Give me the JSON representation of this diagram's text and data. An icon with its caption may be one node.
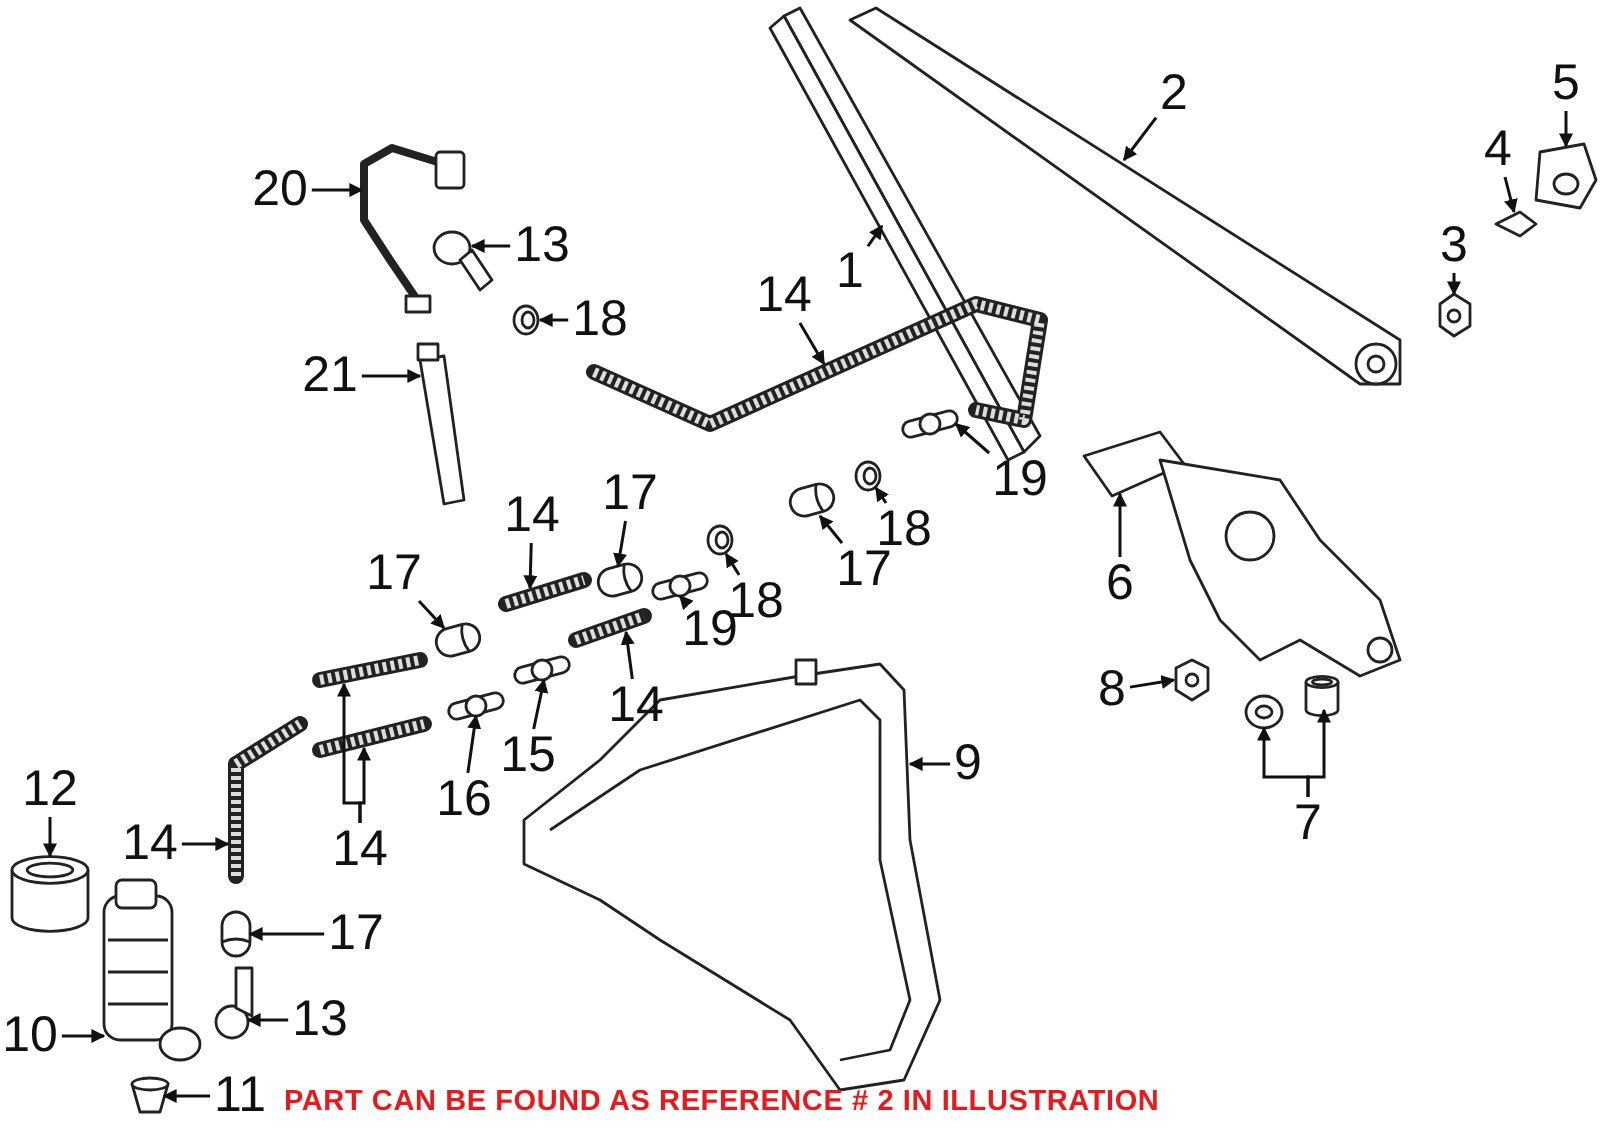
{
  "diagram": {
    "nodes": [
      {
        "text": [
          "2"
        ]
      },
      {
        "text": [
          "5"
        ]
      },
      {
        "text": [
          "4"
        ]
      },
      {
        "text": [
          "20"
        ]
      },
      {
        "text": [
          "13"
        ]
      },
      {
        "text": [
          "3"
        ]
      },
      {
        "text": [
          "1"
        ]
      },
      {
        "text": [
          "14"
        ]
      },
      {
        "text": [
          "18"
        ]
      },
      {
        "text": [
          "21"
        ]
      },
      {
        "text": [
          "19"
        ]
      },
      {
        "text": [
          "17"
        ]
      },
      {
        "text": [
          "14"
        ]
      },
      {
        "text": [
          "18"
        ]
      },
      {
        "text": [
          "17"
        ]
      },
      {
        "text": [
          "17"
        ]
      },
      {
        "text": [
          "6"
        ]
      },
      {
        "text": [
          "18"
        ]
      },
      {
        "text": [
          "19"
        ]
      },
      {
        "text": [
          "8"
        ]
      },
      {
        "text": [
          "14"
        ]
      },
      {
        "text": [
          "15"
        ]
      },
      {
        "text": [
          "9"
        ]
      },
      {
        "text": [
          "12"
        ]
      },
      {
        "text": [
          "16"
        ]
      },
      {
        "text": [
          "7"
        ]
      },
      {
        "text": [
          "14"
        ]
      },
      {
        "text": [
          "14"
        ]
      },
      {
        "text": [
          "17"
        ]
      },
      {
        "text": [
          "13"
        ]
      },
      {
        "text": [
          "10"
        ]
      },
      {
        "text": [
          "11"
        ]
      },
      {
        "text": [],
        "shape": "picture"
      },
      {
        "text": [],
        "shape": "picture"
      },
      {
        "text": [],
        "shape": "picture"
      },
      {
        "text": [],
        "shape": "picture"
      },
      {
        "text": [],
        "shape": "picture"
      },
      {
        "text": [],
        "shape": "picture"
      },
      {
        "text": [],
        "shape": "picture"
      },
      {
        "text": [],
        "shape": "picture"
      },
      {
        "text": [],
        "shape": "picture"
      },
      {
        "text": [],
        "shape": "picture"
      },
      {
        "text": [],
        "shape": "picture"
      },
      {
        "text": [],
        "shape": "picture"
      },
      {
        "text": [],
        "shape": "picture"
      },
      {
        "text": [],
        "shape": "picture"
      },
      {
        "text": [],
        "shape": "picture"
      },
      {
        "text": [],
        "shape": "picture"
      },
      {
        "text": [],
        "shape": "picture"
      },
      {
        "text": [],
        "shape": "picture"
      },
      {
        "text": [],
        "shape": "picture"
      },
      {
        "text": [],
        "shape": "picture"
      },
      {
        "text": [],
        "shape": "picture"
      },
      {
        "text": [],
        "shape": "picture"
      },
      {
        "text": [],
        "shape": "picture"
      },
      {
        "text": [],
        "shape": "cylinder"
      },
      {
        "text": [],
        "shape": "picture"
      },
      {
        "text": [],
        "shape": "picture"
      },
      {
        "text": [],
        "shape": "cylinder"
      },
      {
        "text": [],
        "shape": "picture"
      },
      {
        "text": [],
        "shape": "picture"
      },
      {
        "text": [],
        "shape": "picture"
      },
      {
        "text": [],
        "shape": "picture"
      },
      {
        "text": [],
        "shape": "picture"
      },
      {
        "text": [],
        "shape": "picture"
      },
      {
        "text": [],
        "shape": "picture"
      }
    ],
    "edges": [
      {
        "from": 0,
        "to": 32,
        "arrow": "to"
      },
      {
        "from": 1,
        "to": 33,
        "arrow": "to"
      },
      {
        "from": 2,
        "to": 34,
        "arrow": "to"
      },
      {
        "from": 3,
        "to": 35,
        "arrow": "to"
      },
      {
        "from": 4,
        "to": 36,
        "arrow": "to"
      },
      {
        "from": 5,
        "to": 37,
        "arrow": "to"
      },
      {
        "from": 6,
        "to": 38,
        "arrow": "to"
      },
      {
        "from": 7,
        "to": 39,
        "arrow": "to"
      },
      {
        "from": 8,
        "to": 40,
        "arrow": "to"
      },
      {
        "from": 9,
        "to": 41,
        "arrow": "to"
      },
      {
        "from": 10,
        "to": 42,
        "arrow": "to"
      },
      {
        "from": 11,
        "to": 43,
        "arrow": "to"
      },
      {
        "from": 12,
        "to": 44,
        "arrow": "to"
      },
      {
        "from": 13,
        "to": 45,
        "arrow": "to"
      },
      {
        "from": 14,
        "to": 46,
        "arrow": "to"
      },
      {
        "from": 15,
        "to": 47,
        "arrow": "to"
      },
      {
        "from": 16,
        "to": 48,
        "arrow": "to"
      },
      {
        "from": 17,
        "to": 49,
        "arrow": "to"
      },
      {
        "from": 18,
        "to": 50,
        "arrow": "to"
      },
      {
        "from": 19,
        "to": 51,
        "arrow": "to"
      },
      {
        "from": 20,
        "to": 52,
        "arrow": "to"
      },
      {
        "from": 21,
        "to": 53,
        "arrow": "to"
      },
      {
        "from": 22,
        "to": 54,
        "arrow": "to"
      },
      {
        "from": 23,
        "to": 55,
        "arrow": "to"
      },
      {
        "from": 24,
        "to": 56,
        "arrow": "to"
      },
      {
        "from": 25,
        "to": 57,
        "arrow": "to"
      },
      {
        "from": 25,
        "to": 58,
        "arrow": "to"
      },
      {
        "from": 26,
        "to": 59,
        "arrow": "to"
      },
      {
        "from": 27,
        "to": 60,
        "arrow": "to"
      },
      {
        "from": 27,
        "to": 61,
        "arrow": "to"
      },
      {
        "from": 28,
        "to": 62,
        "arrow": "to"
      },
      {
        "from": 29,
        "to": 63,
        "arrow": "to"
      },
      {
        "from": 30,
        "to": 64,
        "arrow": "to"
      },
      {
        "from": 31,
        "to": 65,
        "arrow": "to"
      }
    ],
    "labels": [
      "PART CAN BE FOUND AS REFERENCE # 2 IN ILLUSTRATION"
    ]
  }
}
